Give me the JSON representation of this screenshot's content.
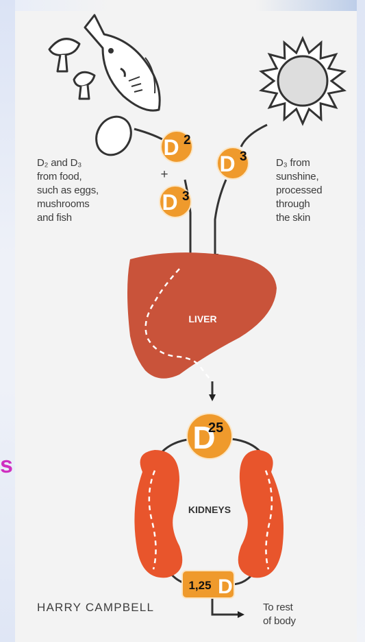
{
  "labels": {
    "d2": "2",
    "d3_food": "3",
    "d3_sun": "3",
    "d25": "25",
    "d125_prefix": "1,25",
    "d_letter": "D",
    "plus": "+",
    "liver": "LIVER",
    "kidneys": "KIDNEYS"
  },
  "captions": {
    "food": "D₂ and D₃\nfrom food,\nsuch as eggs,\nmushrooms\nand fish",
    "sun": "D₃ from\nsunshine,\nprocessed\nthrough\nthe skin",
    "rest": "To rest\nof body"
  },
  "credit": "HARRY CAMPBELL",
  "edge_glyph": "s",
  "colors": {
    "badge": "#ef9a2c",
    "badge_ring": "#fbe6c6",
    "liver": "#c9533a",
    "kidney": "#e8552c",
    "line": "#333333",
    "background": "#f3f3f3"
  },
  "icons": [
    "fish-icon",
    "mushroom-icon",
    "egg-icon",
    "sun-icon"
  ]
}
